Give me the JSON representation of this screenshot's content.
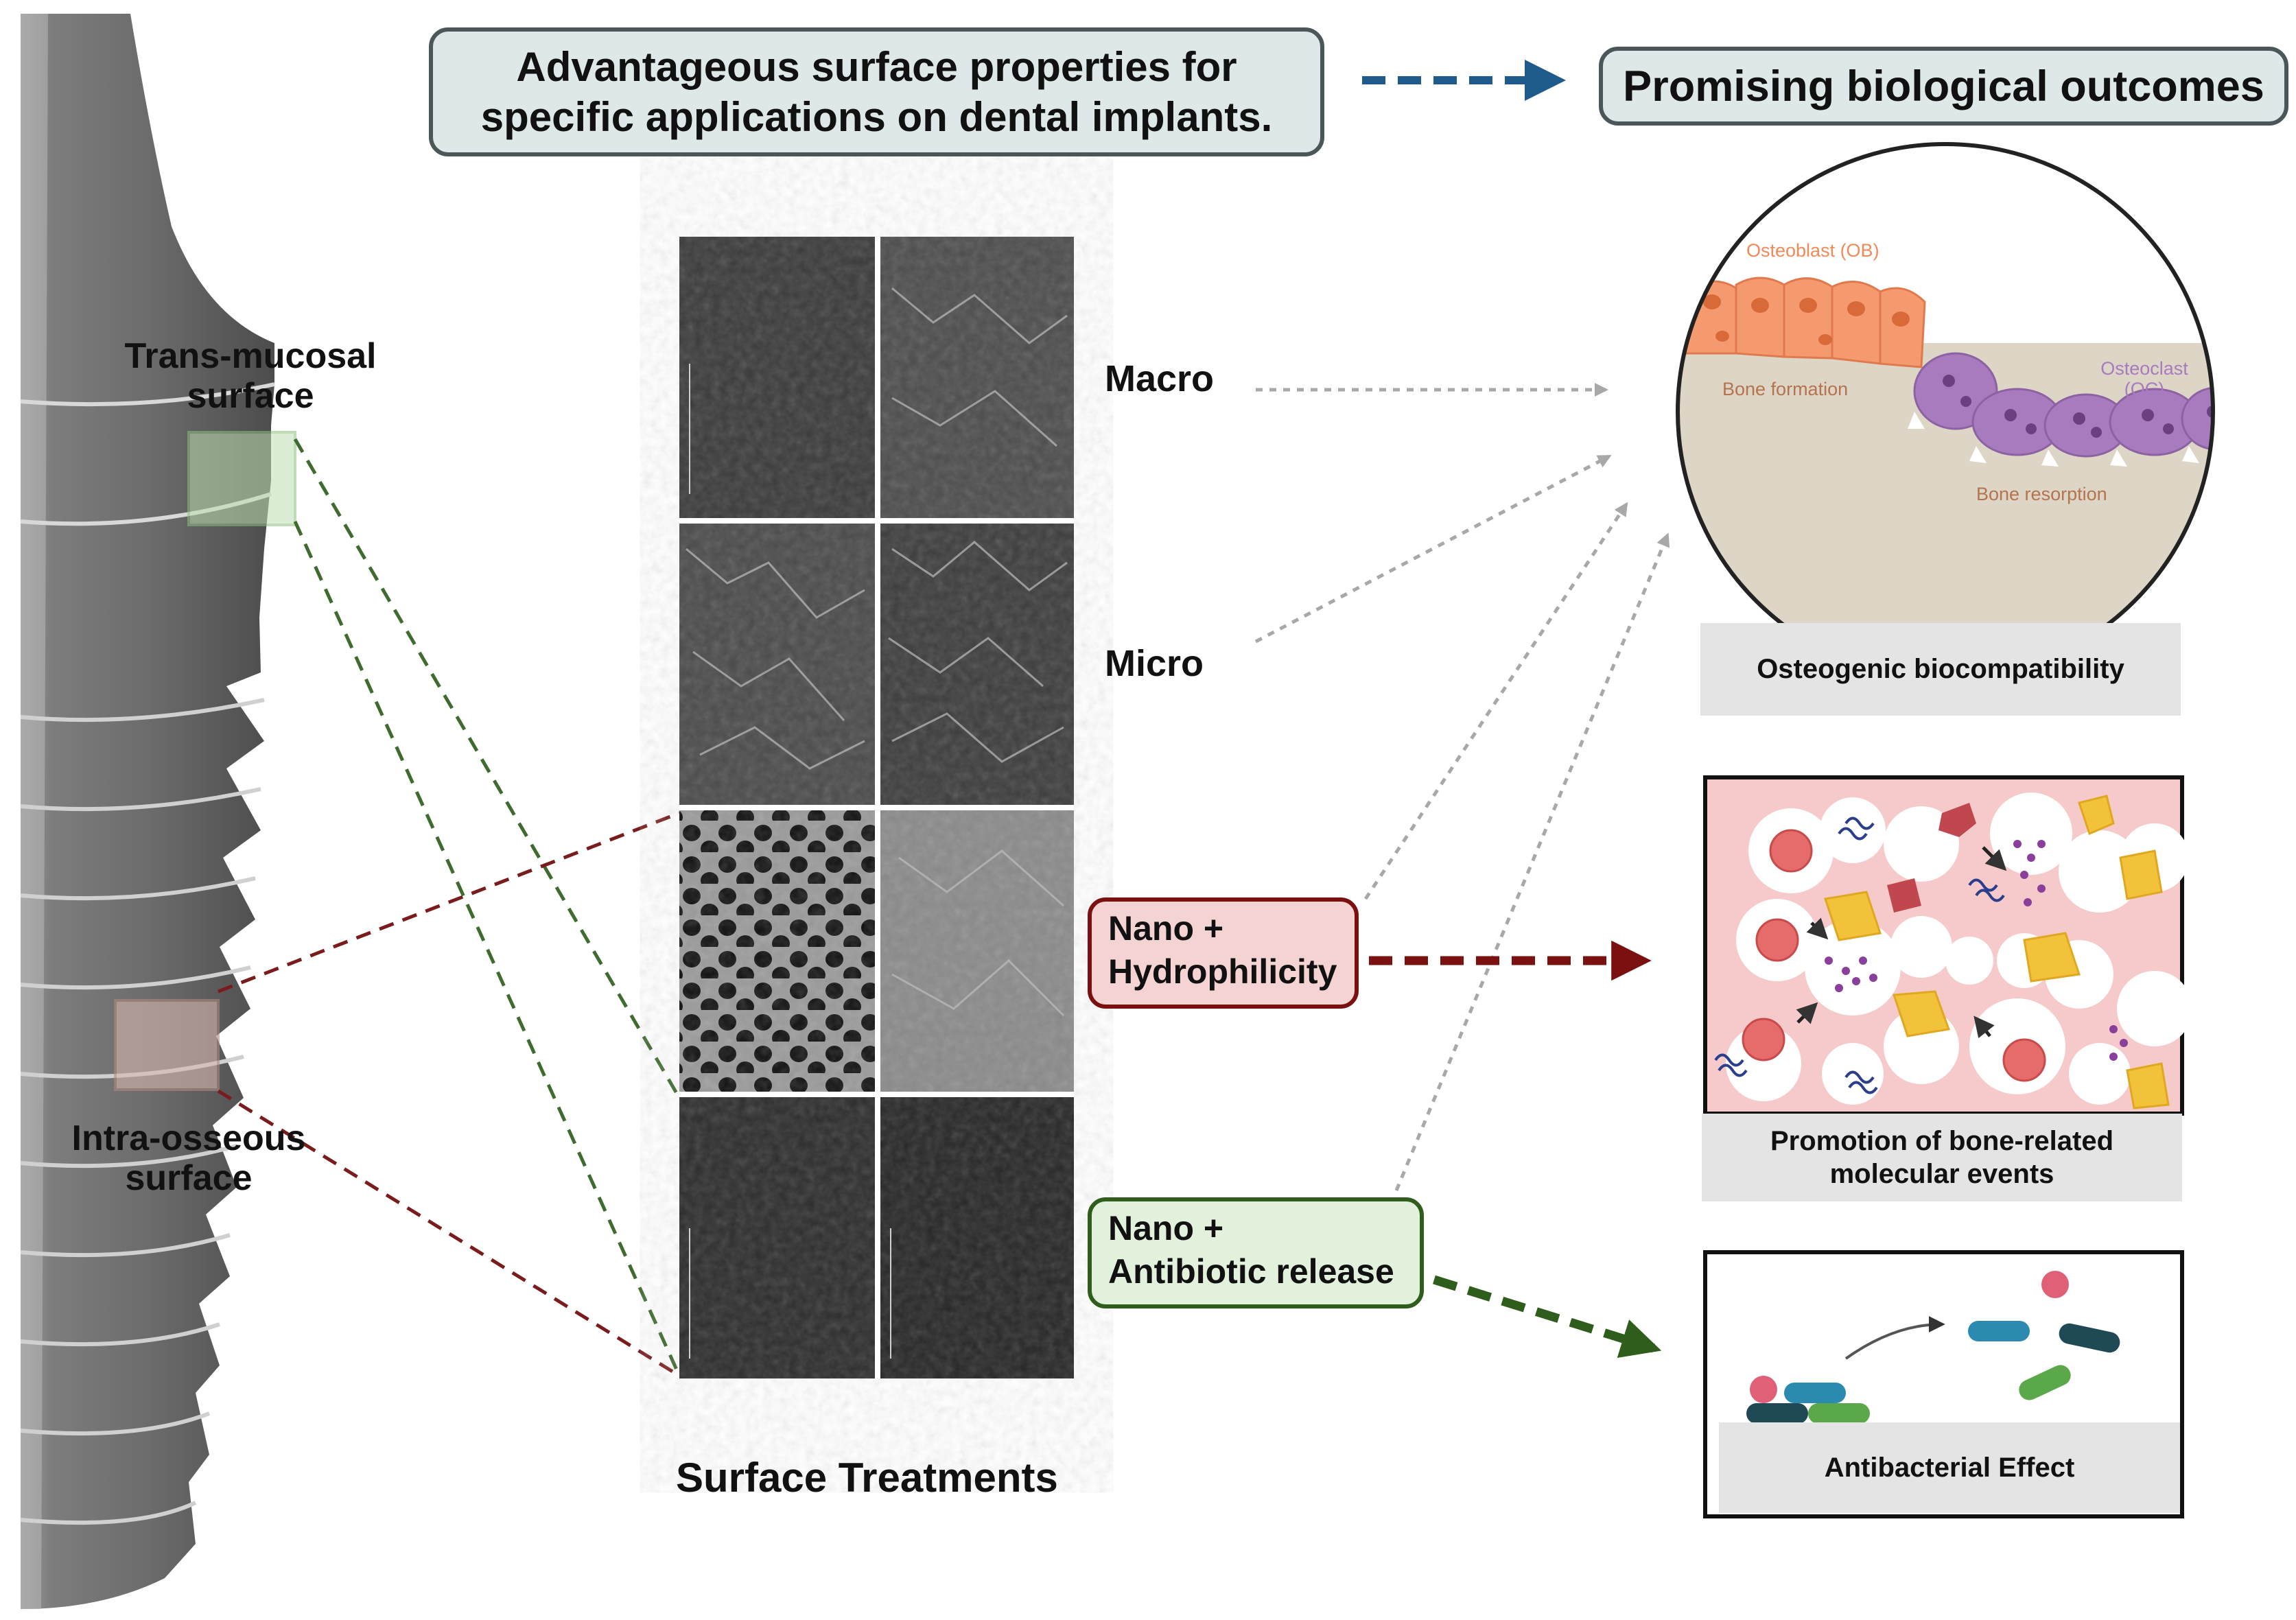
{
  "header": {
    "left_line1": "Advantageous surface properties for",
    "left_line2": "specific applications on dental implants.",
    "right": "Promising biological outcomes"
  },
  "implant": {
    "trans_mucosal_line1": "Trans-mucosal",
    "trans_mucosal_line2": "surface",
    "intra_osseous_line1": "Intra-osseous",
    "intra_osseous_line2": "surface"
  },
  "treatments": {
    "title": "Surface Treatments",
    "macro": "Macro",
    "micro": "Micro",
    "nano_hydro_line1": "Nano +",
    "nano_hydro_line2": "Hydrophilicity",
    "nano_anti_line1": "Nano +",
    "nano_anti_line2": "Antibiotic release"
  },
  "outcomes": {
    "osteoblast": "Osteoblast (OB)",
    "osteoclast_line1": "Osteoclast",
    "osteoclast_line2": "(OC)",
    "bone_formation": "Bone formation",
    "bone_resorption": "Bone resorption",
    "osteogenic": "Osteogenic biocompatibility",
    "promotion_line1": "Promotion of bone-related",
    "promotion_line2": "molecular events",
    "antibacterial": "Antibacterial Effect"
  },
  "colors": {
    "header_fill": "#dfe8e9",
    "blue_arrow": "#1f5a8c",
    "red_arrow": "#7a1010",
    "green_arrow": "#2f5e1c",
    "hydro_fill": "#f4d4d2",
    "anti_fill": "#e1f1dc",
    "cell_bg": "#f6caca",
    "osteoblast": "#f59a6e",
    "osteoclast": "#a77bbd",
    "bone": "#ddd5c6"
  }
}
